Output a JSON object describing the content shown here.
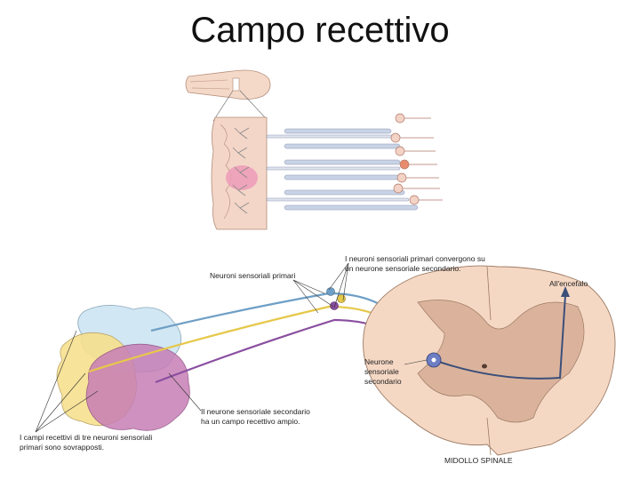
{
  "slide": {
    "title": "Campo recettivo"
  },
  "diagram": {
    "labels": {
      "primary_neurons": "Neuroni sensoriali primari",
      "converge_line1": "I neuroni sensoriali primari convergono su",
      "converge_line2": "un neurone sensoriale secondario.",
      "to_brain": "All'encefalo",
      "secondary_line1": "Neurone",
      "secondary_line2": "sensoriale",
      "secondary_line3": "secondario",
      "wide_field_line1": "Il neurone sensoriale secondario",
      "wide_field_line2": "ha un campo recettivo ampio.",
      "overlap_line1": "I campi recettivi di tre neuroni sensoriali",
      "overlap_line2": "primari sono sovrapposti.",
      "spinal_cord": "MIDOLLO SPINALE"
    },
    "colors": {
      "blue_field": "#cfe6f3",
      "yellow_field": "#f7e08e",
      "magenta_field": "#c77eb6",
      "skin": "#f6d9cc",
      "cord_white": "#f5d8c4",
      "cord_grey": "#dbb39c"
    }
  }
}
